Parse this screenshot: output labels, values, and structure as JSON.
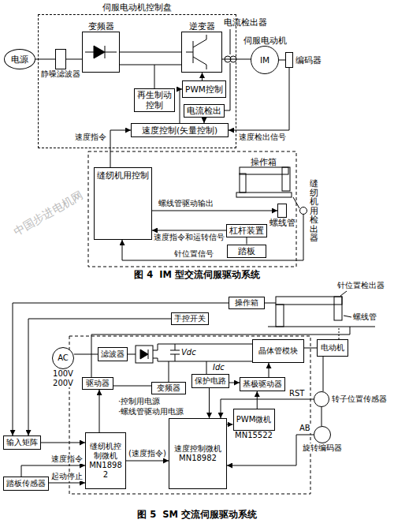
{
  "diagram": {
    "nodes": [
      {
        "text": [
          "电源"
        ]
      },
      {
        "text": [
          "伺服电动机控制盘"
        ]
      },
      {
        "text": [
          "静噪滤波器"
        ],
        "in": 1
      },
      {
        "text": [
          "变频器"
        ],
        "in": 1
      },
      {
        "text": [
          "逆变器"
        ],
        "in": 1
      },
      {
        "text": [
          "再生制动控制"
        ],
        "in": 1
      },
      {
        "text": [
          "PWM控制"
        ],
        "in": 1
      },
      {
        "text": [
          "电流检出"
        ],
        "in": 1
      },
      {
        "text": [
          "速度控制(矢量控制)"
        ],
        "in": 1
      },
      {
        "text": [
          "IM",
          "伺服电动机"
        ]
      },
      {
        "text": [
          "编码器"
        ]
      },
      {
        "text": [
          "缝纫机用控制"
        ]
      },
      {
        "text": [
          "螺线管"
        ]
      },
      {
        "text": [
          "杠杆装置"
        ]
      },
      {
        "text": [
          "踏板"
        ]
      },
      {
        "text": [
          "缝纫机用检出器"
        ]
      },
      {
        "text": [
          "操作箱"
        ]
      },
      {
        "text": [
          "手控开关"
        ]
      },
      {
        "text": [
          "AC",
          "100V 200V"
        ]
      },
      {
        "text": [
          "滤波器"
        ]
      },
      {
        "text": [
          "晶体管模块"
        ]
      },
      {
        "text": [
          "电动机"
        ]
      },
      {
        "text": [
          "驱动器"
        ]
      },
      {
        "text": [
          "变频器"
        ]
      },
      {
        "text": [
          "保护电路"
        ]
      },
      {
        "text": [
          "基极驱动器"
        ]
      },
      {
        "text": [
          "转子位置传感器"
        ]
      },
      {
        "text": [
          "旋转编码器"
        ]
      },
      {
        "text": [
          "输入矩阵"
        ]
      },
      {
        "text": [
          "缝纫机控制微机",
          "MN18982"
        ]
      },
      {
        "text": [
          "踏板传感器"
        ]
      },
      {
        "text": [
          "速度控制微机",
          "MN18982"
        ]
      },
      {
        "text": [
          "PWM微机",
          "MN15522"
        ]
      }
    ],
    "edges": [
      {
        "from": 0,
        "to": 2,
        "arrow": "none"
      },
      {
        "from": 2,
        "to": 3,
        "arrow": "none"
      },
      {
        "from": 3,
        "to": 4,
        "arrow": "none"
      },
      {
        "from": 4,
        "to": 9,
        "arrow": "none"
      },
      {
        "from": 6,
        "to": 4,
        "arrow": "to"
      },
      {
        "from": 7,
        "to": 8,
        "arrow": "to"
      },
      {
        "from": 8,
        "to": 6,
        "arrow": "to"
      },
      {
        "from": 3,
        "to": 5,
        "arrow": "none"
      },
      {
        "from": 11,
        "to": 8,
        "arrow": "to",
        "label": "速度指令"
      },
      {
        "from": 10,
        "to": 8,
        "arrow": "to",
        "label": "速度检出信号"
      },
      {
        "from": 13,
        "to": 11,
        "arrow": "to",
        "label": "速度指令和运转信号"
      },
      {
        "from": 11,
        "to": 12,
        "arrow": "to",
        "label": "螺线管驱动输出"
      },
      {
        "from": 15,
        "to": 11,
        "arrow": "to",
        "label": "针位置信号"
      },
      {
        "from": 14,
        "to": 13,
        "arrow": "none"
      },
      {
        "from": 18,
        "to": 19,
        "arrow": "none"
      },
      {
        "from": 20,
        "to": 21,
        "arrow": "none"
      },
      {
        "from": 24,
        "to": 25,
        "arrow": "to"
      },
      {
        "from": 25,
        "to": 20,
        "arrow": "to"
      },
      {
        "from": 32,
        "to": 25,
        "arrow": "to"
      },
      {
        "from": 31,
        "to": 32,
        "arrow": "to"
      },
      {
        "from": 24,
        "to": 31,
        "arrow": "to"
      },
      {
        "from": 23,
        "to": 22,
        "arrow": "none"
      },
      {
        "from": 29,
        "to": 22,
        "arrow": "to"
      },
      {
        "from": 29,
        "to": 31,
        "arrow": "to",
        "label": "(速度指令)"
      },
      {
        "from": 26,
        "to": 31,
        "arrow": "to",
        "label": "RST"
      },
      {
        "from": 27,
        "to": 31,
        "arrow": "to",
        "label": "AB"
      },
      {
        "from": 21,
        "to": 26,
        "arrow": "none"
      },
      {
        "from": 26,
        "to": 27,
        "arrow": "none"
      },
      {
        "from": 16,
        "to": 28,
        "arrow": "to"
      },
      {
        "from": 17,
        "to": 28,
        "arrow": "to"
      },
      {
        "from": 28,
        "to": 29,
        "arrow": "to"
      },
      {
        "from": 30,
        "to": 29,
        "arrow": "to",
        "label": "速度指令"
      },
      {
        "from": 30,
        "to": 29,
        "arrow": "to",
        "label": "起动停止"
      }
    ],
    "labels": [
      "电流检出器",
      "操作箱",
      "中国步进电机网",
      "图 4  IM 型交流伺服驱动系统",
      "针位置检出器",
      "螺线管",
      "Vdc",
      "Idc",
      "·控制用电源",
      "·螺线管驱动用电源",
      "图 5  SM 交流伺服驱动系统"
    ]
  }
}
